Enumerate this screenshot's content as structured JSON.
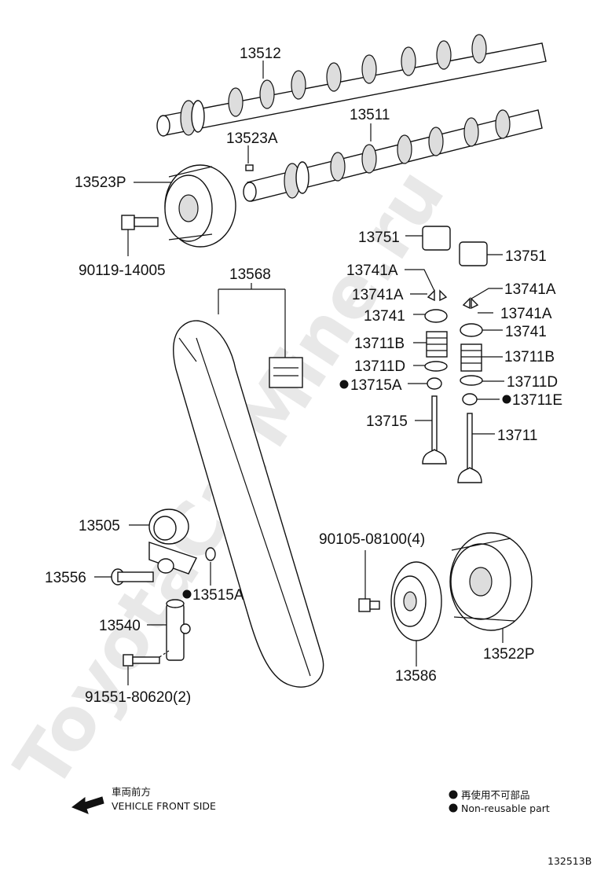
{
  "watermark": "ToyotaCarMine.ru",
  "labels": {
    "p13512": "13512",
    "p13511": "13511",
    "p13523A": "13523A",
    "p13523P": "13523P",
    "p90119": "90119-14005",
    "p13568": "13568",
    "p13751a": "13751",
    "p13751b": "13751",
    "p13741Aa": "13741A",
    "p13741Ab": "13741A",
    "p13741Ac": "13741A",
    "p13741Ad": "13741A",
    "p13741a": "13741",
    "p13741b": "13741",
    "p13711Ba": "13711B",
    "p13711Bb": "13711B",
    "p13711Da": "13711D",
    "p13711Db": "13711D",
    "p13715A": "13715A",
    "p13711E": "13711E",
    "p13715": "13715",
    "p13711": "13711",
    "p13505": "13505",
    "p13556": "13556",
    "p13515A": "13515A",
    "p13540": "13540",
    "p91551": "91551-80620(2)",
    "p90105": "90105-08100(4)",
    "p13586": "13586",
    "p13522P": "13522P"
  },
  "front_jp": "車両前方",
  "front_en": "VEHICLE FRONT SIDE",
  "legend_jp": "再使用不可部品",
  "legend_en": "Non-reusable part",
  "diagram_id": "132513B"
}
